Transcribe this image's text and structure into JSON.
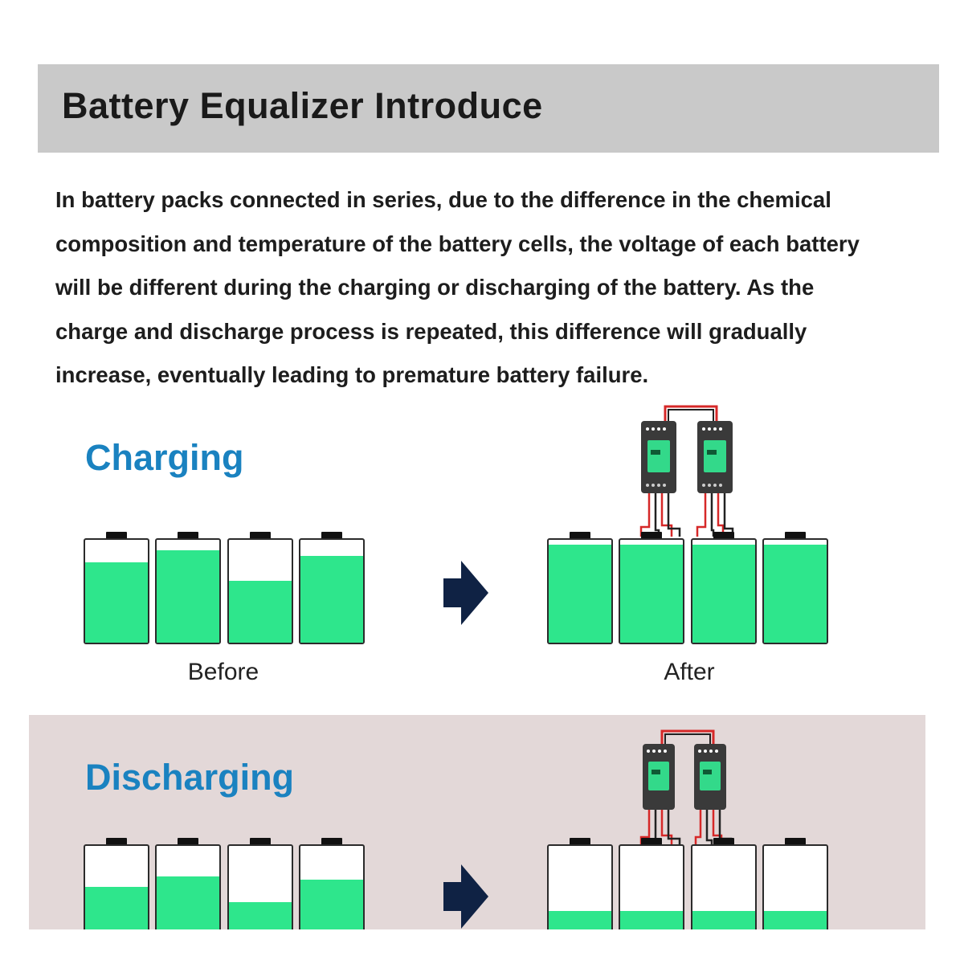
{
  "header": {
    "title": "Battery Equalizer Introduce"
  },
  "intro": {
    "lines": [
      "In battery packs connected in series, due to the difference in the chemical",
      "composition and temperature of the battery cells, the voltage of each battery",
      "will be different during the charging or discharging of the battery. As the",
      "charge and discharge process is repeated, this difference will gradually",
      "increase, eventually leading to premature battery failure."
    ]
  },
  "charging": {
    "title": "Charging",
    "before_label": "Before",
    "after_label": "After",
    "before_levels": [
      0.78,
      0.9,
      0.6,
      0.84
    ],
    "after_levels": [
      0.95,
      0.95,
      0.95,
      0.95
    ]
  },
  "discharging": {
    "title": "Discharging",
    "before_levels": [
      0.6,
      0.7,
      0.45,
      0.67
    ],
    "after_levels": [
      0.37,
      0.37,
      0.37,
      0.37
    ]
  },
  "colors": {
    "accent": "#1a82c0",
    "battery_fill": "#2ee68c",
    "arrow": "#0f2244",
    "wire": "#d62828",
    "device_screen": "#33d98a"
  }
}
